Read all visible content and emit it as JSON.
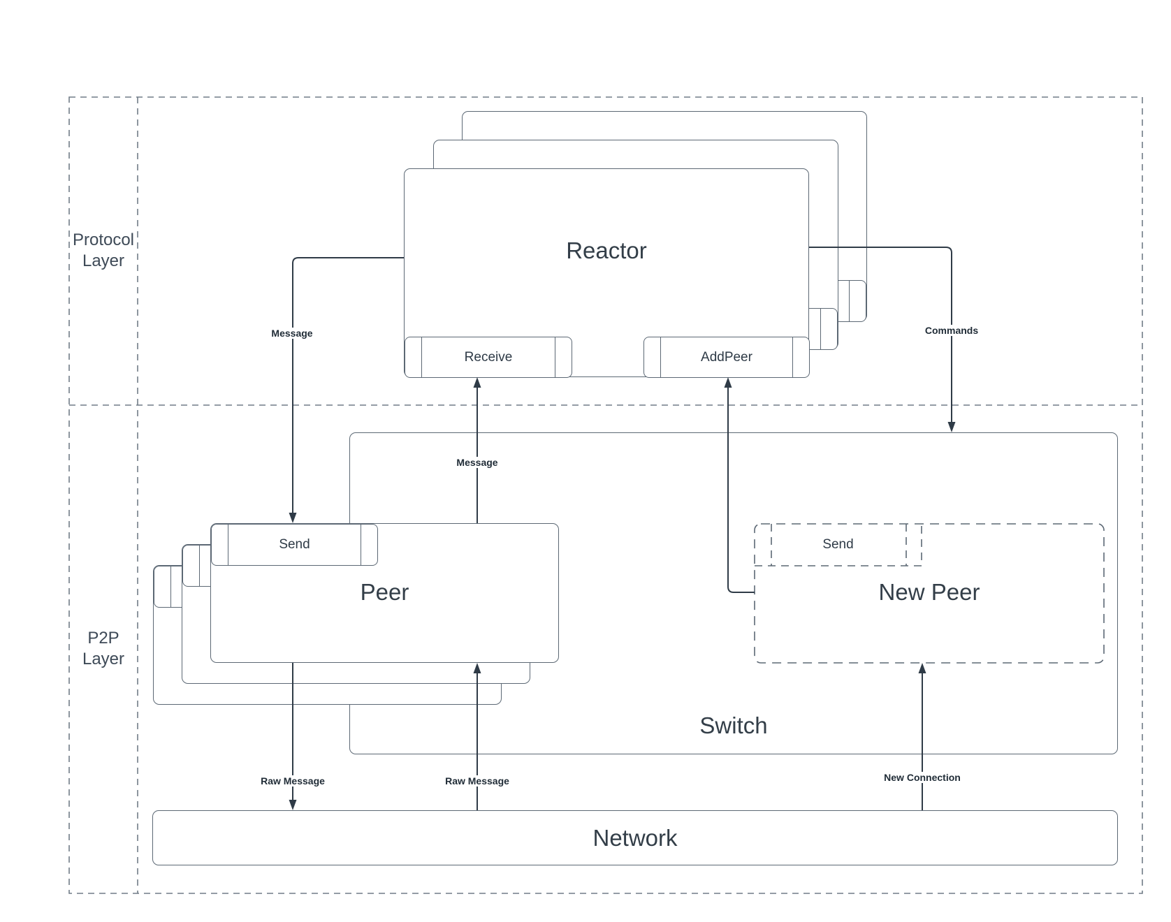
{
  "colors": {
    "connector": "#2f3b47",
    "box_border": "#5c6874",
    "frame_dash": "#717c87",
    "title_text": "#333e48",
    "label_text": "#1f2b36"
  },
  "layers": {
    "protocol": {
      "line1": "Protocol",
      "line2": "Layer"
    },
    "p2p": {
      "line1": "P2P",
      "line2": "Layer"
    }
  },
  "nodes": {
    "reactor": {
      "title": "Reactor",
      "ports": {
        "receive": "Receive",
        "add_peer": "AddPeer"
      }
    },
    "peer": {
      "title": "Peer",
      "ports": {
        "send": "Send"
      }
    },
    "new_peer": {
      "title": "New Peer",
      "ports": {
        "send": "Send"
      }
    },
    "switch": {
      "title": "Switch"
    },
    "network": {
      "title": "Network"
    }
  },
  "connectors": {
    "message_to_peer": "Message",
    "message_to_reactor": "Message",
    "commands": "Commands",
    "raw_message_out": "Raw Message",
    "raw_message_in": "Raw Message",
    "new_connection": "New Connection"
  }
}
